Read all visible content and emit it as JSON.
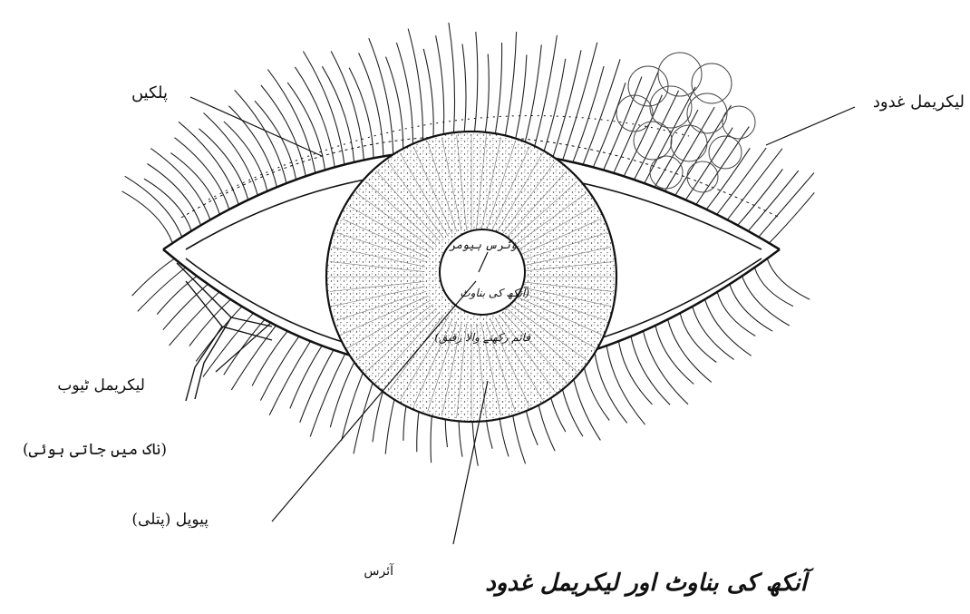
{
  "labels": {
    "eyelashes": "پلکیں",
    "lacrimal_gland": "لیکریمل غدود",
    "vitreous_humour_line1": "وٹرس ہیومر",
    "vitreous_humour_line2": "(آنکھ کی بناوٹ",
    "vitreous_humour_line3": "قائم رکھنے والا رقیق)",
    "lacrimal_tube_line1": "لیکریمل ٹیوب",
    "lacrimal_tube_line2": "(ناک میں جاتی ہوئی)",
    "pupil": "پیوپل (پتلی)",
    "iris": "آئرس"
  },
  "caption": "آنکھ کی بناوٹ اور لیکریمل غدود"
}
